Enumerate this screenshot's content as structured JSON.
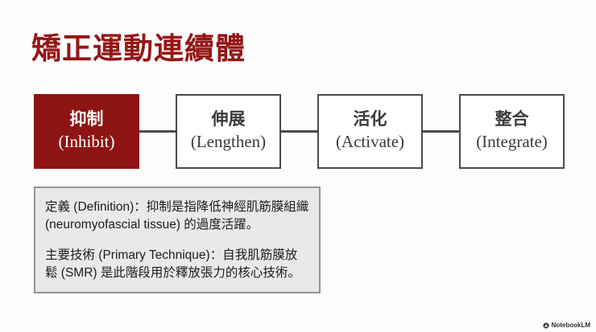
{
  "slide": {
    "title": "矯正運動連續體",
    "watermark": "NotebookLM"
  },
  "flow": {
    "steps": [
      {
        "zh": "抑制",
        "en": "(Inhibit)",
        "highlighted": true
      },
      {
        "zh": "伸展",
        "en": "(Lengthen)",
        "highlighted": false
      },
      {
        "zh": "活化",
        "en": "(Activate)",
        "highlighted": false
      },
      {
        "zh": "整合",
        "en": "(Integrate)",
        "highlighted": false
      }
    ]
  },
  "info": {
    "definition": "定義 (Definition)：抑制是指降低神經肌筋膜組織 (neuromyofascial tissue) 的過度活躍。",
    "technique": "主要技術 (Primary Technique)：自我肌筋膜放鬆 (SMR) 是此階段用於釋放張力的核心技術。"
  },
  "colors": {
    "accent_red": "#8e1414",
    "title_red": "#951616",
    "box_border_gray": "#4a4a4a",
    "info_bg": "#e9e9e9"
  }
}
